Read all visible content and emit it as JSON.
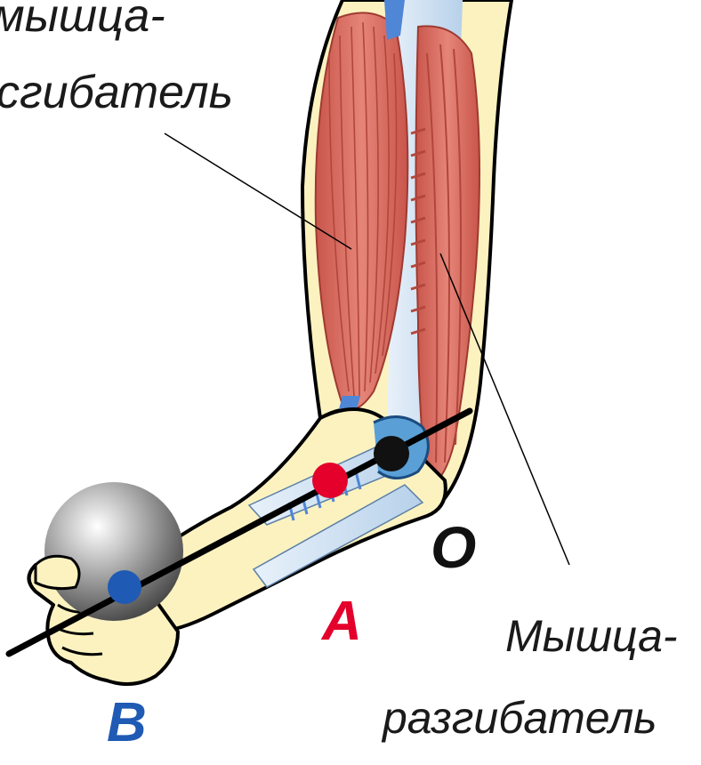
{
  "labels": {
    "flexor_line1": "мышца-",
    "flexor_line2": "сгибатель",
    "extensor_line1": "Мышца-",
    "extensor_line2": "разгибатель"
  },
  "points": {
    "A": "A",
    "B": "B",
    "O": "O"
  },
  "colors": {
    "skin": "#fbf2c0",
    "muscle": "#df7466",
    "bone": "#c9def0",
    "tendon": "#4f86d6",
    "point_A": "#e4002b",
    "point_B": "#1f5ab4",
    "point_O": "#111111",
    "ball": "#8a8a8a",
    "lever_line": "#000000"
  }
}
